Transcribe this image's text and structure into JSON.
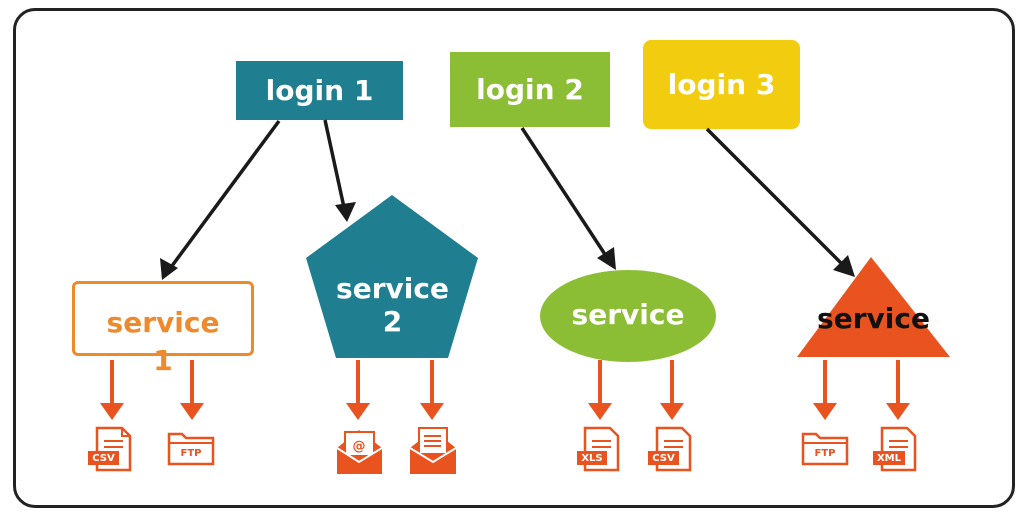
{
  "logins": {
    "login1": "login 1",
    "login2": "login 2",
    "login3": "login 3"
  },
  "services": {
    "s1_line1": "service",
    "s1_line2": "1",
    "s2_line1": "service",
    "s2_line2": "2",
    "s3": "service",
    "s4": "service"
  },
  "files": {
    "f1": "CSV",
    "f2": "FTP",
    "f5": "XLS",
    "f6": "CSV",
    "f7": "FTP",
    "f8": "XML"
  },
  "colors": {
    "teal": "#1f7f90",
    "green": "#8bbd35",
    "yellow": "#f2cd0f",
    "orange": "#ee8a2c",
    "red_orange": "#e8531f"
  }
}
